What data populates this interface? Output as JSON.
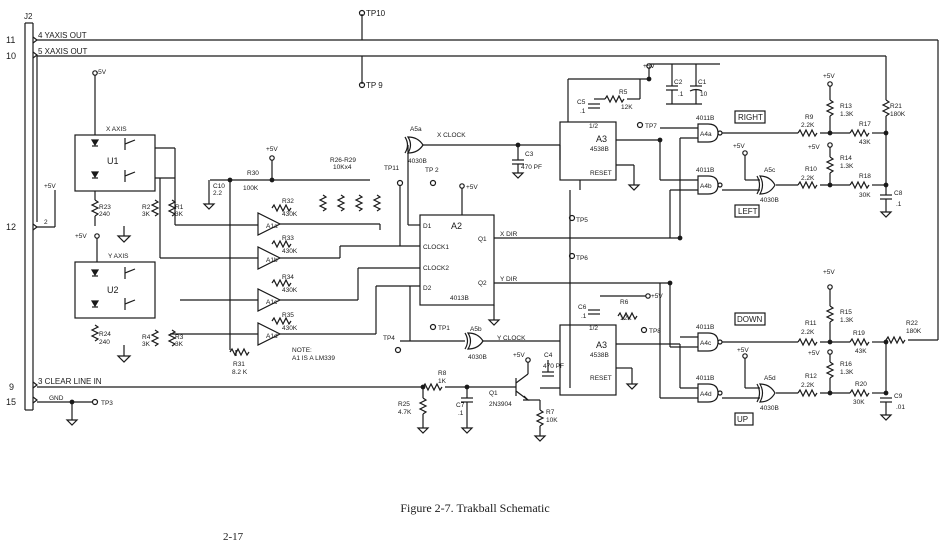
{
  "connector": {
    "label": "J2",
    "pins": [
      "11",
      "10",
      "12",
      "9",
      "15"
    ]
  },
  "signals": {
    "y_axis_out": "4  YAXIS OUT",
    "x_axis_out": "5  XAXIS OUT",
    "clear_line": "3    CLEAR LINE IN",
    "gnd": "GND",
    "pin2": "2"
  },
  "test_points": [
    "TP10",
    "TP 9",
    "TP11",
    "TP 2",
    "TP1",
    "TP4",
    "TP3",
    "TP5",
    "TP6",
    "TP7",
    "TP8"
  ],
  "supplies": {
    "plus5": "+5V",
    "minus5": "-5V"
  },
  "optos": [
    {
      "name": "U1",
      "axis": "X AXIS"
    },
    {
      "name": "U2",
      "axis": "Y AXIS"
    }
  ],
  "resistors": [
    {
      "ref": "R23",
      "val": "240"
    },
    {
      "ref": "R2",
      "val": "3K"
    },
    {
      "ref": "R1",
      "val": "3K"
    },
    {
      "ref": "R24",
      "val": "240"
    },
    {
      "ref": "R4",
      "val": "3K"
    },
    {
      "ref": "R3",
      "val": "3K"
    },
    {
      "ref": "R30",
      "val": "100K"
    },
    {
      "ref": "R32",
      "val": "430K"
    },
    {
      "ref": "R33",
      "val": "430K"
    },
    {
      "ref": "R34",
      "val": "430K"
    },
    {
      "ref": "R35",
      "val": "430K"
    },
    {
      "ref": "R31",
      "val": "8.2 K"
    },
    {
      "ref": "R26-R29",
      "val": "10Kx4"
    },
    {
      "ref": "R5",
      "val": "12K"
    },
    {
      "ref": "R6",
      "val": "12K"
    },
    {
      "ref": "R8",
      "val": "1K"
    },
    {
      "ref": "R25",
      "val": "4.7K"
    },
    {
      "ref": "R7",
      "val": "10K"
    },
    {
      "ref": "R9",
      "val": "2.2K"
    },
    {
      "ref": "R13",
      "val": "1.3K"
    },
    {
      "ref": "R17",
      "val": "43K"
    },
    {
      "ref": "R21",
      "val": "180K"
    },
    {
      "ref": "R10",
      "val": "2.2K"
    },
    {
      "ref": "R14",
      "val": "1.3K"
    },
    {
      "ref": "R18",
      "val": "30K"
    },
    {
      "ref": "R11",
      "val": "2.2K"
    },
    {
      "ref": "R15",
      "val": "1.3K"
    },
    {
      "ref": "R19",
      "val": "43K"
    },
    {
      "ref": "R22",
      "val": "180K"
    },
    {
      "ref": "R12",
      "val": "2.2K"
    },
    {
      "ref": "R16",
      "val": "1.3K"
    },
    {
      "ref": "R20",
      "val": "30K"
    }
  ],
  "capacitors": [
    {
      "ref": "C10",
      "val": "2.2"
    },
    {
      "ref": "C3",
      "val": "470 PF"
    },
    {
      "ref": "C2",
      "val": ".1"
    },
    {
      "ref": "C1",
      "val": "10"
    },
    {
      "ref": "C5",
      "val": ".1"
    },
    {
      "ref": "C6",
      "val": ".1"
    },
    {
      "ref": "C4",
      "val": "470 PF"
    },
    {
      "ref": "C9",
      "val": ".01"
    },
    {
      "ref": "C7",
      "val": ".1"
    },
    {
      "ref": "C8",
      "val": ".1"
    }
  ],
  "chips": {
    "a2": {
      "name": "A2",
      "part": "4013B",
      "pins_left": [
        "D1",
        "CLOCK1",
        "CLOCK2",
        "D2"
      ],
      "pins_right": [
        "Q1",
        "Q2"
      ]
    },
    "a3_top": {
      "name": "A3",
      "part": "4538B",
      "reset": "RESET",
      "half": "1/2"
    },
    "a3_bot": {
      "name": "A3",
      "part": "4538B",
      "reset": "RESET",
      "half": "1/2"
    }
  },
  "opamps": [
    "A1a",
    "A1b",
    "A1c",
    "A1d"
  ],
  "opamp_note": [
    "NOTE:",
    "A1 IS A LM339"
  ],
  "gates": [
    {
      "ref": "A5a",
      "part": "4030B"
    },
    {
      "ref": "A5b",
      "part": "4030B"
    },
    {
      "ref": "A5c",
      "part": "4030B"
    },
    {
      "ref": "A5d",
      "part": "4030B"
    },
    {
      "ref": "A4a",
      "part": "4011B"
    },
    {
      "ref": "A4b",
      "part": "4011B"
    },
    {
      "ref": "A4c",
      "part": "4011B"
    },
    {
      "ref": "A4d",
      "part": "4011B"
    }
  ],
  "net_labels": {
    "x_clock": "X CLOCK",
    "y_clock": "Y CLOCK",
    "x_dir": "X DIR",
    "y_dir": "Y DIR"
  },
  "transistor": {
    "ref": "Q1",
    "part": "2N3904"
  },
  "outputs": [
    "RIGHT",
    "LEFT",
    "DOWN",
    "UP"
  ],
  "caption": "Figure 2-7.  Trakball Schematic",
  "page_number": "2-17"
}
